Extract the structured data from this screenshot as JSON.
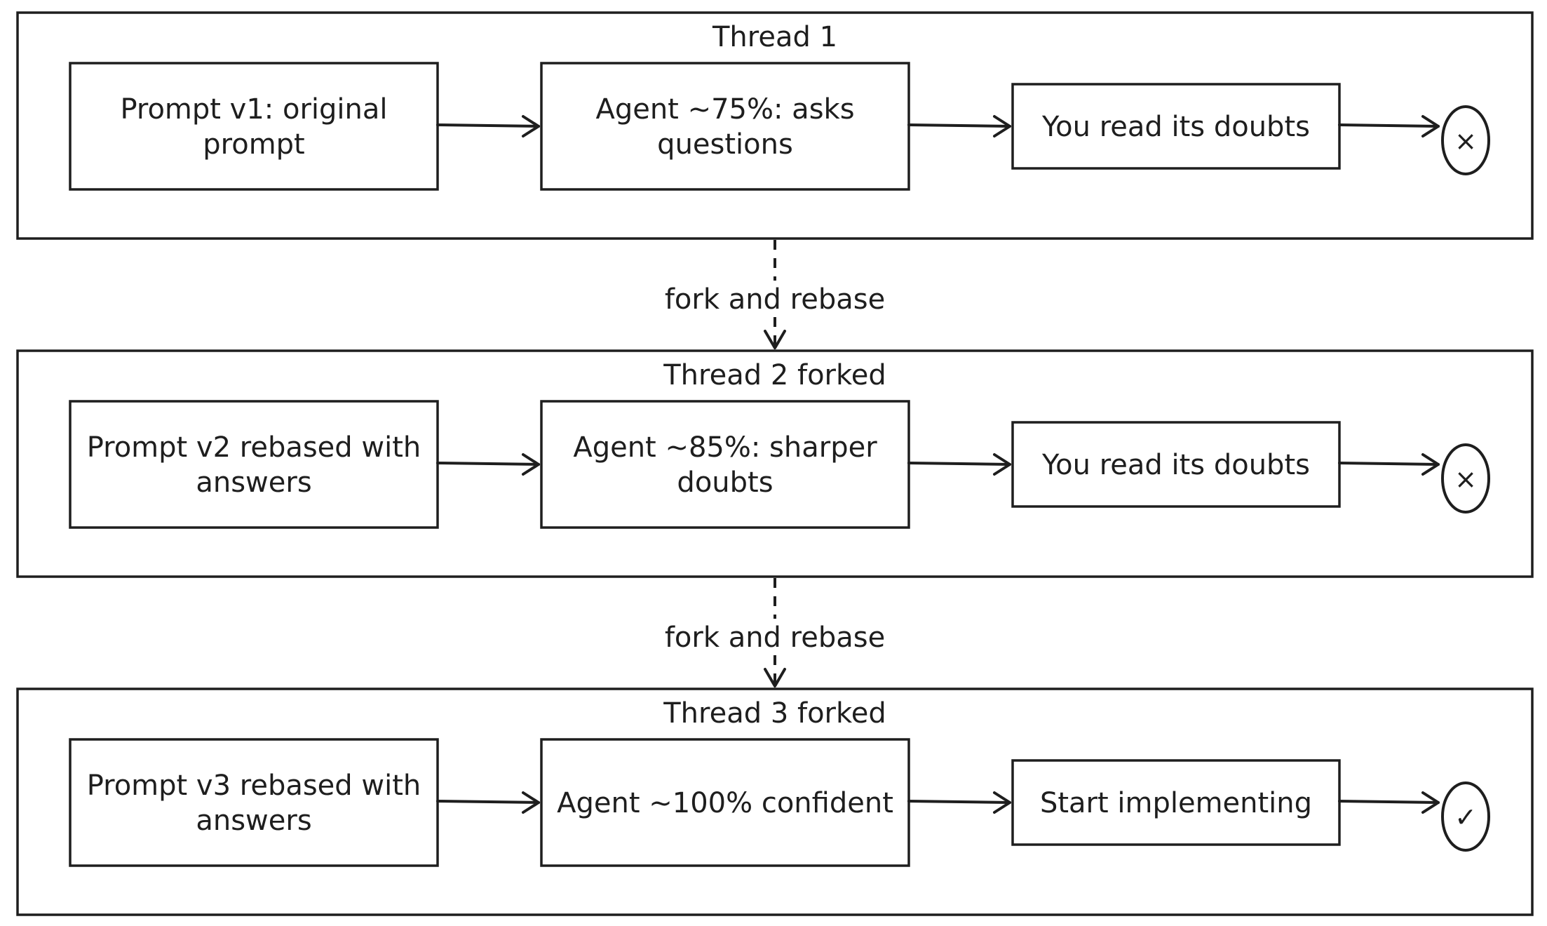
{
  "threads": [
    {
      "title": "Thread 1",
      "nodes": [
        {
          "lines": [
            "Prompt v1: original",
            "prompt"
          ]
        },
        {
          "lines": [
            "Agent ~75%: asks",
            "questions"
          ]
        },
        {
          "lines": [
            "You read its doubts"
          ]
        }
      ],
      "end_symbol": "×",
      "end_icon": "cross-icon"
    },
    {
      "title": "Thread 2 forked",
      "nodes": [
        {
          "lines": [
            "Prompt v2 rebased with",
            "answers"
          ]
        },
        {
          "lines": [
            "Agent ~85%: sharper",
            "doubts"
          ]
        },
        {
          "lines": [
            "You read its doubts"
          ]
        }
      ],
      "end_symbol": "×",
      "end_icon": "cross-icon"
    },
    {
      "title": "Thread 3 forked",
      "nodes": [
        {
          "lines": [
            "Prompt v3 rebased with",
            "answers"
          ]
        },
        {
          "lines": [
            "Agent ~100% confident"
          ]
        },
        {
          "lines": [
            "Start implementing"
          ]
        }
      ],
      "end_symbol": "✓",
      "end_icon": "check-icon"
    }
  ],
  "fork_links": [
    {
      "label": "fork and rebase"
    },
    {
      "label": "fork and rebase"
    }
  ]
}
